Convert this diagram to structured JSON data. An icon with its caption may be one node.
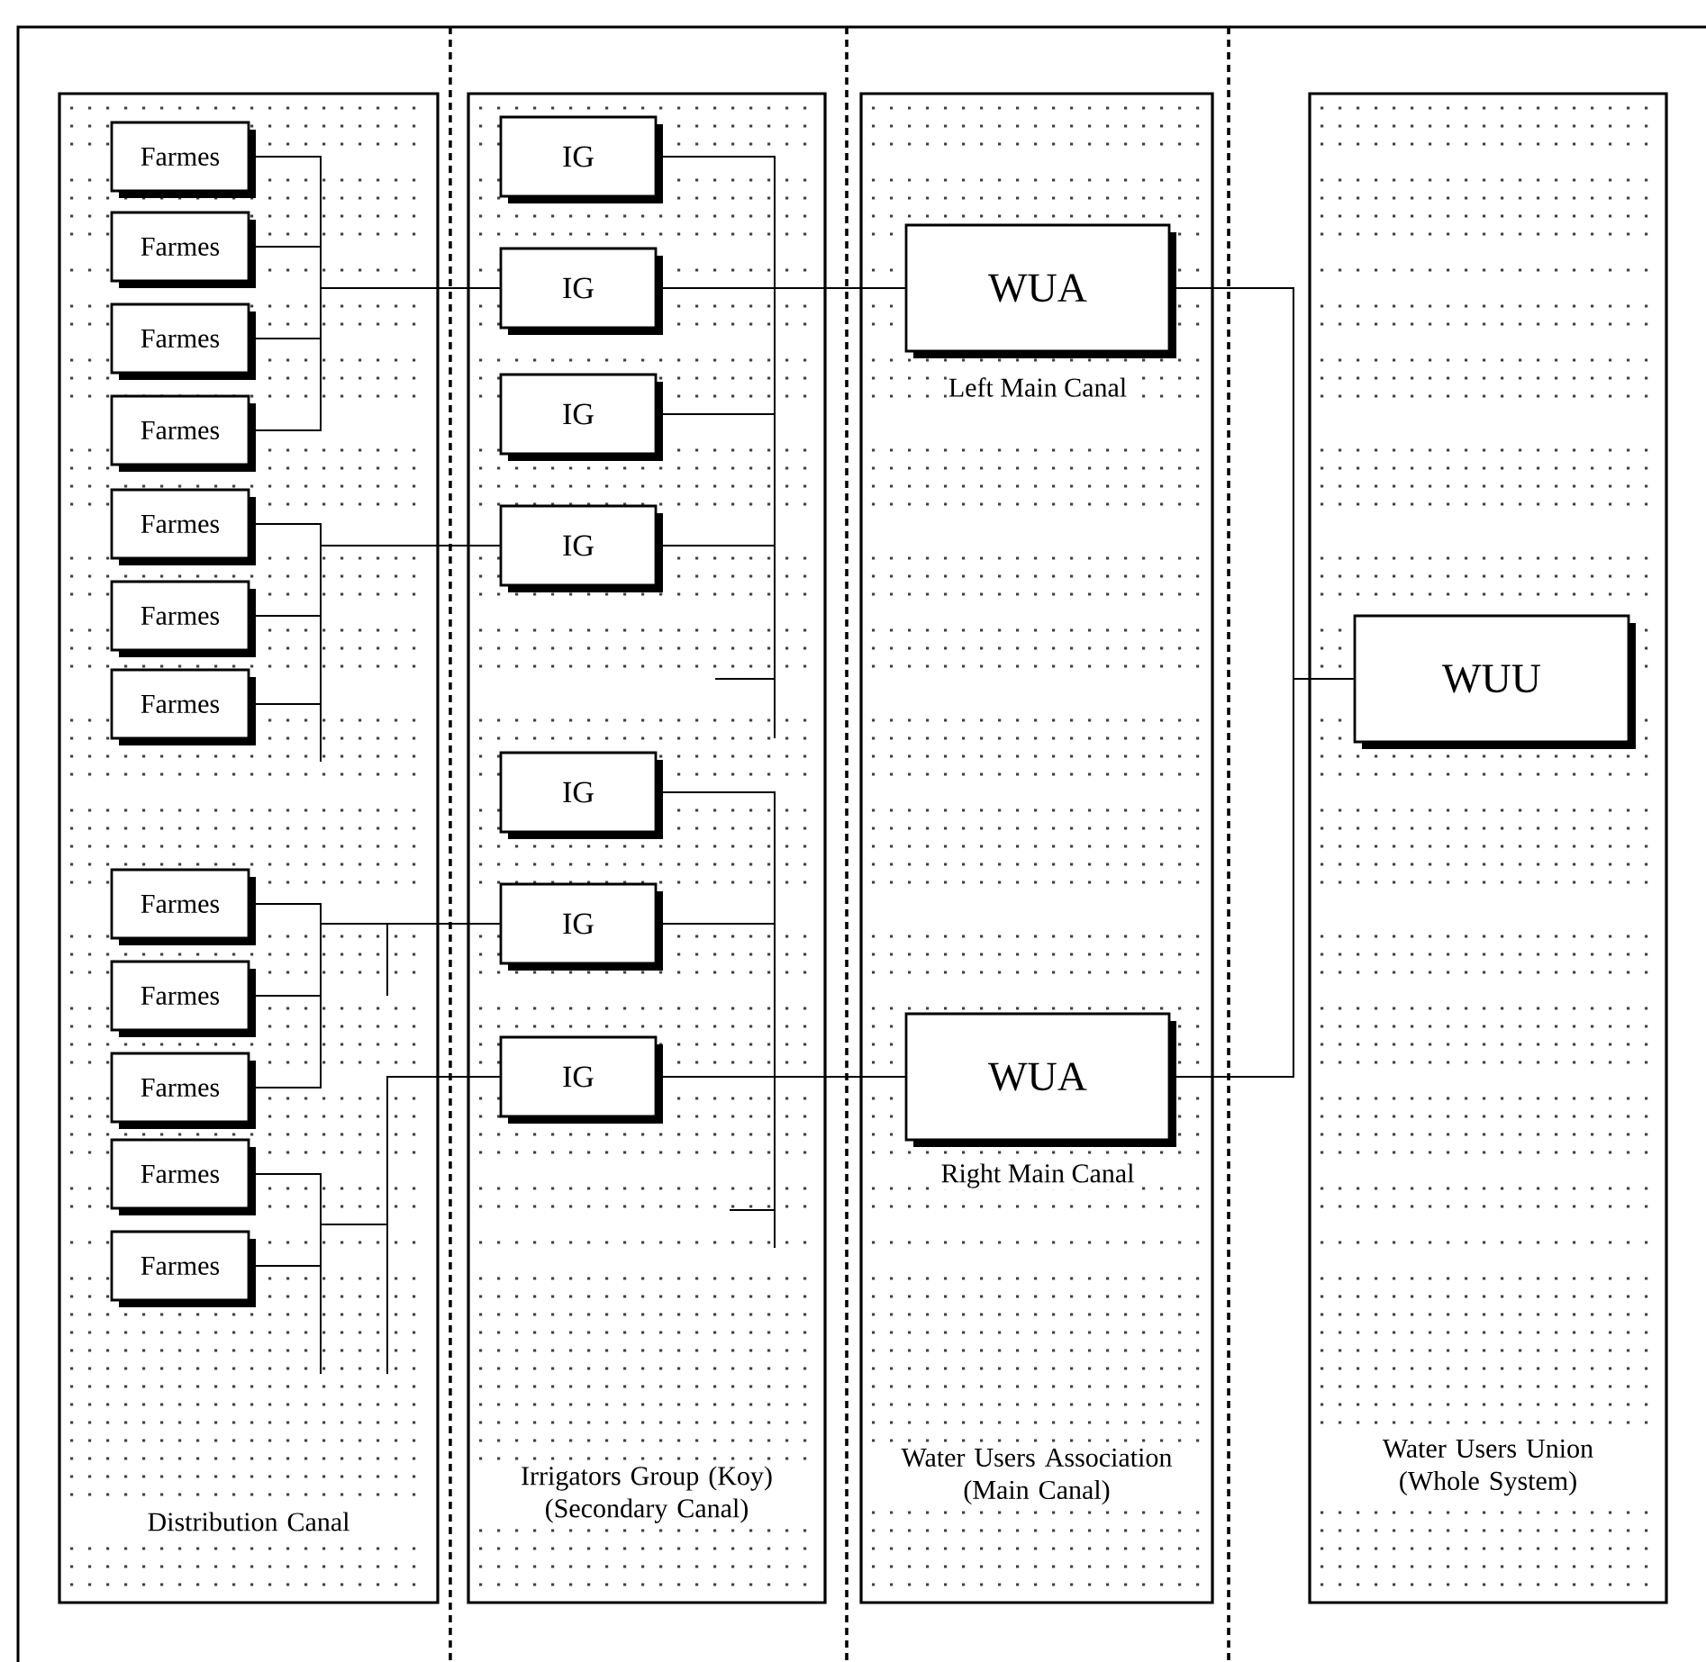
{
  "diagram": {
    "nodes": [
      {
        "text": [
          "Distribution Canal"
        ]
      },
      {
        "text": [
          "Irrigators Group (Koy) (Secondary Canal)"
        ]
      },
      {
        "text": [
          "Water Users Association (Main Canal)"
        ]
      },
      {
        "text": [
          "Water Users Union (Whole System)"
        ]
      },
      {
        "text": [
          "Farmes"
        ],
        "in": 0
      },
      {
        "text": [
          "Farmes"
        ],
        "in": 0
      },
      {
        "text": [
          "Farmes"
        ],
        "in": 0
      },
      {
        "text": [
          "Farmes"
        ],
        "in": 0
      },
      {
        "text": [
          "Farmes"
        ],
        "in": 0
      },
      {
        "text": [
          "Farmes"
        ],
        "in": 0
      },
      {
        "text": [
          "Farmes"
        ],
        "in": 0
      },
      {
        "text": [
          "Farmes"
        ],
        "in": 0
      },
      {
        "text": [
          "Farmes"
        ],
        "in": 0
      },
      {
        "text": [
          "Farmes"
        ],
        "in": 0
      },
      {
        "text": [
          "Farmes"
        ],
        "in": 0
      },
      {
        "text": [
          "Farmes"
        ],
        "in": 0
      },
      {
        "text": [
          "IG"
        ],
        "in": 1
      },
      {
        "text": [
          "IG"
        ],
        "in": 1
      },
      {
        "text": [
          "IG"
        ],
        "in": 1
      },
      {
        "text": [
          "IG"
        ],
        "in": 1
      },
      {
        "text": [
          "IG"
        ],
        "in": 1
      },
      {
        "text": [
          "IG"
        ],
        "in": 1
      },
      {
        "text": [
          "IG"
        ],
        "in": 1
      },
      {
        "text": [
          "WUA"
        ],
        "in": 2,
        "beside": [
          "Left Main Canal"
        ]
      },
      {
        "text": [
          "WUA"
        ],
        "in": 2,
        "beside": [
          "Right Main Canal"
        ]
      },
      {
        "text": [
          "WUU"
        ],
        "in": 3
      }
    ],
    "edges": [
      {
        "from": 4,
        "to": 17,
        "arrow": "none"
      },
      {
        "from": 5,
        "to": 17,
        "arrow": "none"
      },
      {
        "from": 6,
        "to": 17,
        "arrow": "none"
      },
      {
        "from": 7,
        "to": 17,
        "arrow": "none"
      },
      {
        "from": 8,
        "to": 19,
        "arrow": "none"
      },
      {
        "from": 9,
        "to": 19,
        "arrow": "none"
      },
      {
        "from": 10,
        "to": 19,
        "arrow": "none"
      },
      {
        "from": 11,
        "to": 21,
        "arrow": "none"
      },
      {
        "from": 12,
        "to": 21,
        "arrow": "none"
      },
      {
        "from": 13,
        "to": 21,
        "arrow": "none"
      },
      {
        "from": 14,
        "to": 22,
        "arrow": "none"
      },
      {
        "from": 15,
        "to": 22,
        "arrow": "none"
      },
      {
        "from": 16,
        "to": 23,
        "arrow": "none"
      },
      {
        "from": 17,
        "to": 23,
        "arrow": "none"
      },
      {
        "from": 18,
        "to": 23,
        "arrow": "none"
      },
      {
        "from": 19,
        "to": 23,
        "arrow": "none"
      },
      {
        "from": 20,
        "to": 24,
        "arrow": "none"
      },
      {
        "from": 21,
        "to": 24,
        "arrow": "none"
      },
      {
        "from": 22,
        "to": 24,
        "arrow": "none"
      },
      {
        "from": 23,
        "to": 25,
        "arrow": "none"
      },
      {
        "from": 24,
        "to": 25,
        "arrow": "none"
      }
    ]
  }
}
